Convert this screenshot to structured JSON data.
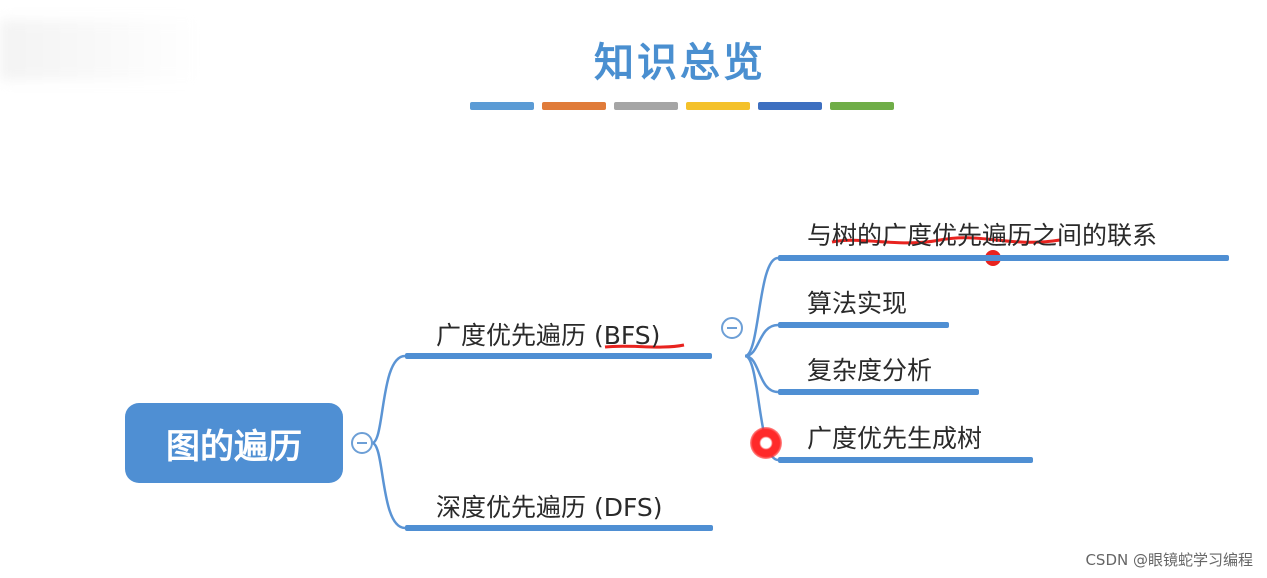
{
  "title": "知识总览",
  "title_color": "#4a8fd0",
  "color_bars": [
    "#5b9bd5",
    "#e07b39",
    "#a5a5a5",
    "#f4c12a",
    "#3d6fc0",
    "#6fad47"
  ],
  "root": {
    "label": "图的遍历"
  },
  "branches": [
    {
      "label": "广度优先遍历 (BFS)",
      "children": [
        "与树的广度优先遍历之间的联系",
        "算法实现",
        "复杂度分析",
        "广度优先生成树"
      ]
    },
    {
      "label": "深度优先遍历 (DFS)"
    }
  ],
  "watermark": "CSDN @眼镜蛇学习编程"
}
